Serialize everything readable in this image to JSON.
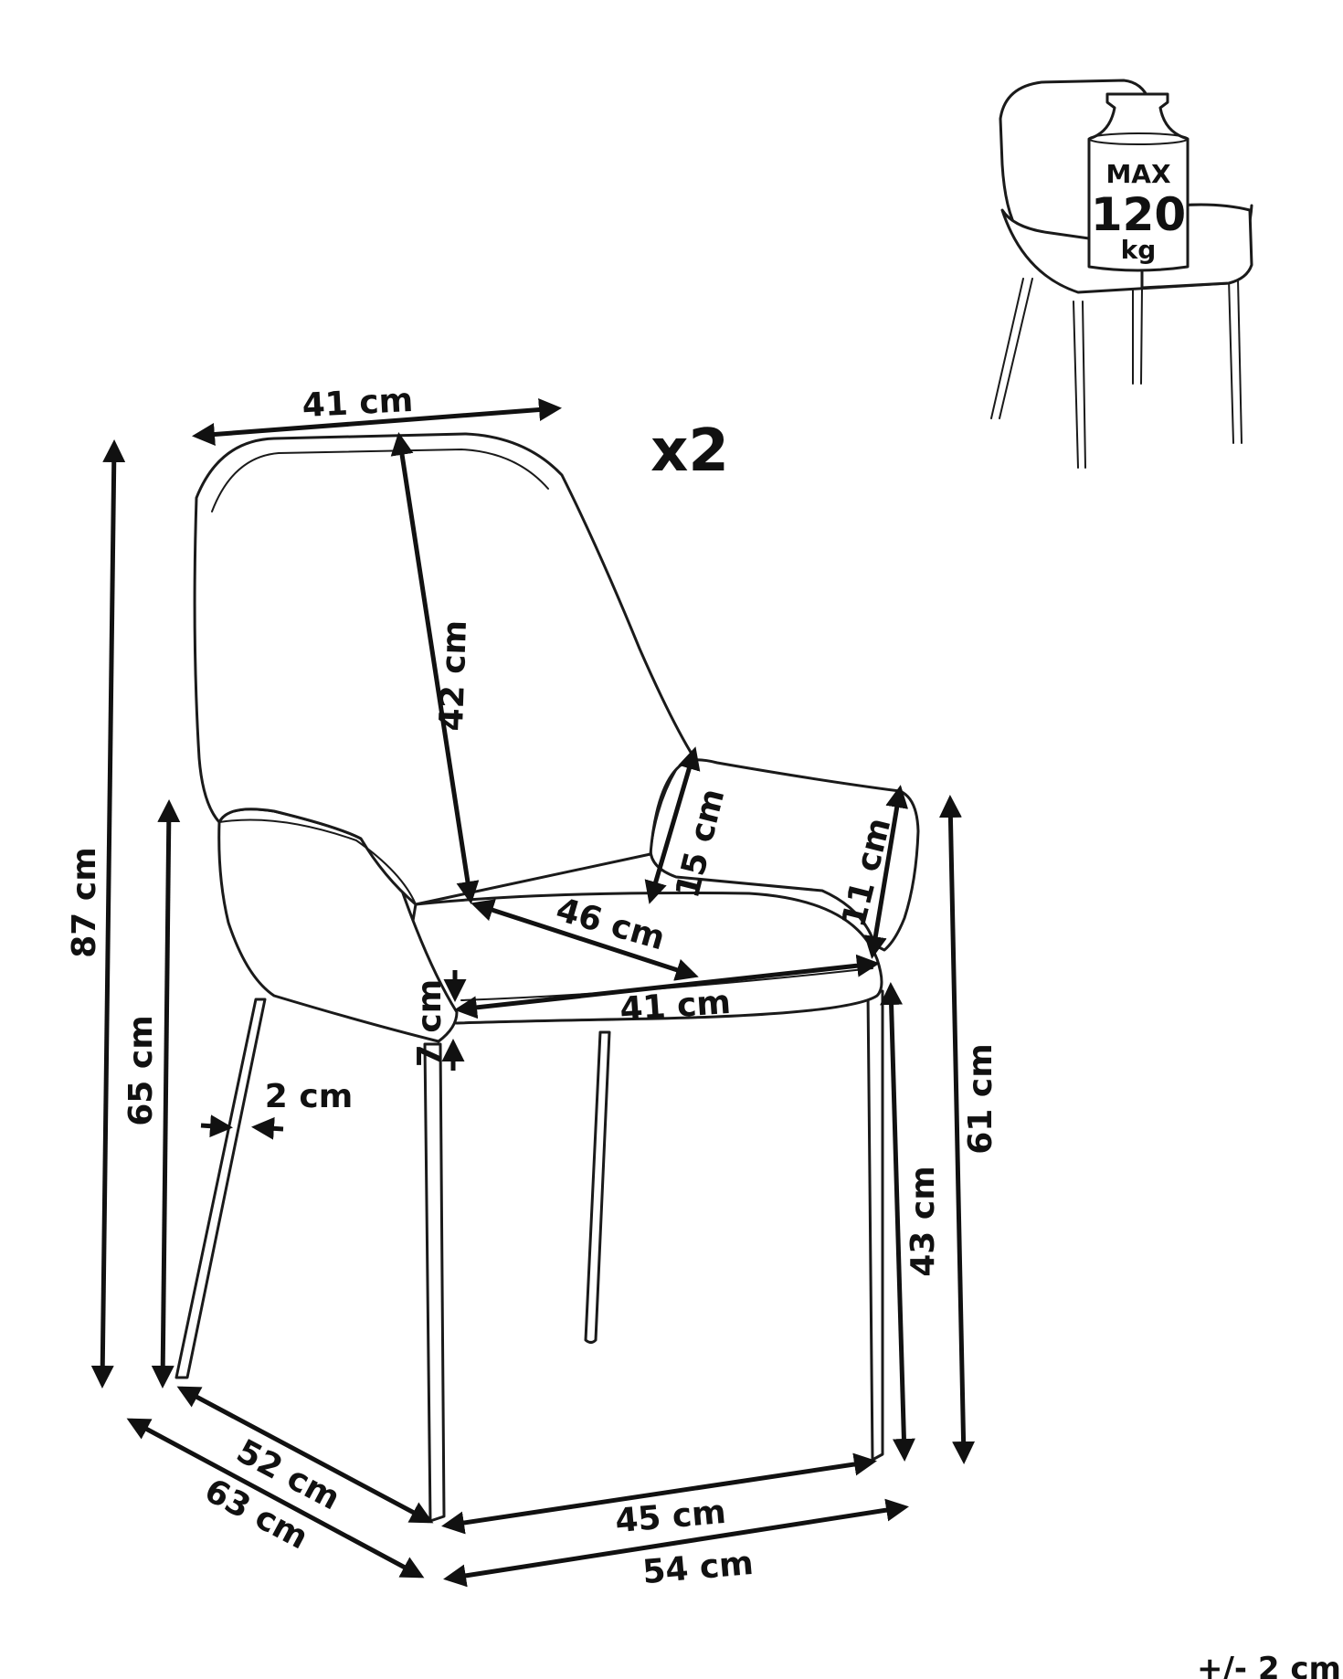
{
  "multiplier": "x2",
  "badge": {
    "max": "MAX",
    "value": "120",
    "unit": "kg"
  },
  "tolerance": "+/- 2 cm",
  "dimensions": {
    "back_width": "41 cm",
    "back_height": "42 cm",
    "total_height": "87 cm",
    "armrest_height": "65 cm",
    "armrest_rise": "15 cm",
    "armrest_front": "11 cm",
    "seat_depth": "46 cm",
    "seat_width": "41 cm",
    "seat_thickness": "7 cm",
    "leg_width": "2 cm",
    "seat_height_front": "43 cm",
    "arm_height_front": "61 cm",
    "leg_depth": "52 cm",
    "total_depth": "63 cm",
    "leg_span": "45 cm",
    "total_width": "54 cm"
  },
  "colors": {
    "line": "#1a1a1a",
    "text": "#111111",
    "background": "#ffffff"
  }
}
